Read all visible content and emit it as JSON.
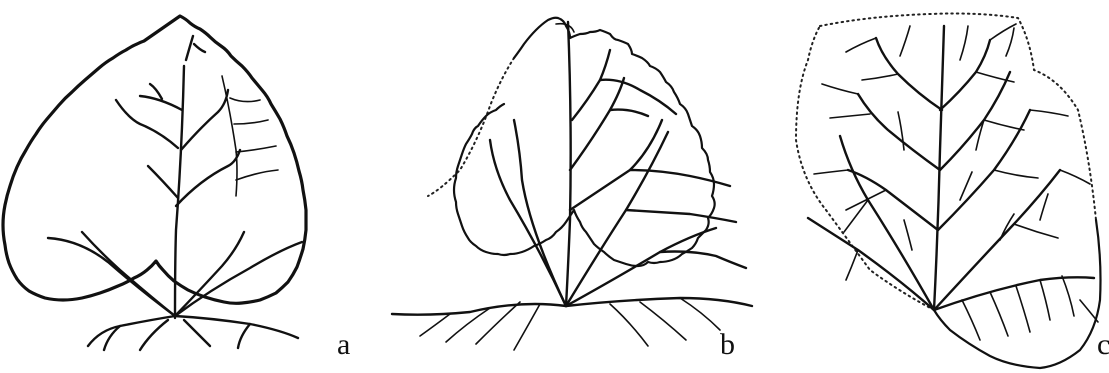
{
  "figure": {
    "panels": [
      {
        "label": "a"
      },
      {
        "label": "b"
      },
      {
        "label": "c"
      }
    ]
  }
}
